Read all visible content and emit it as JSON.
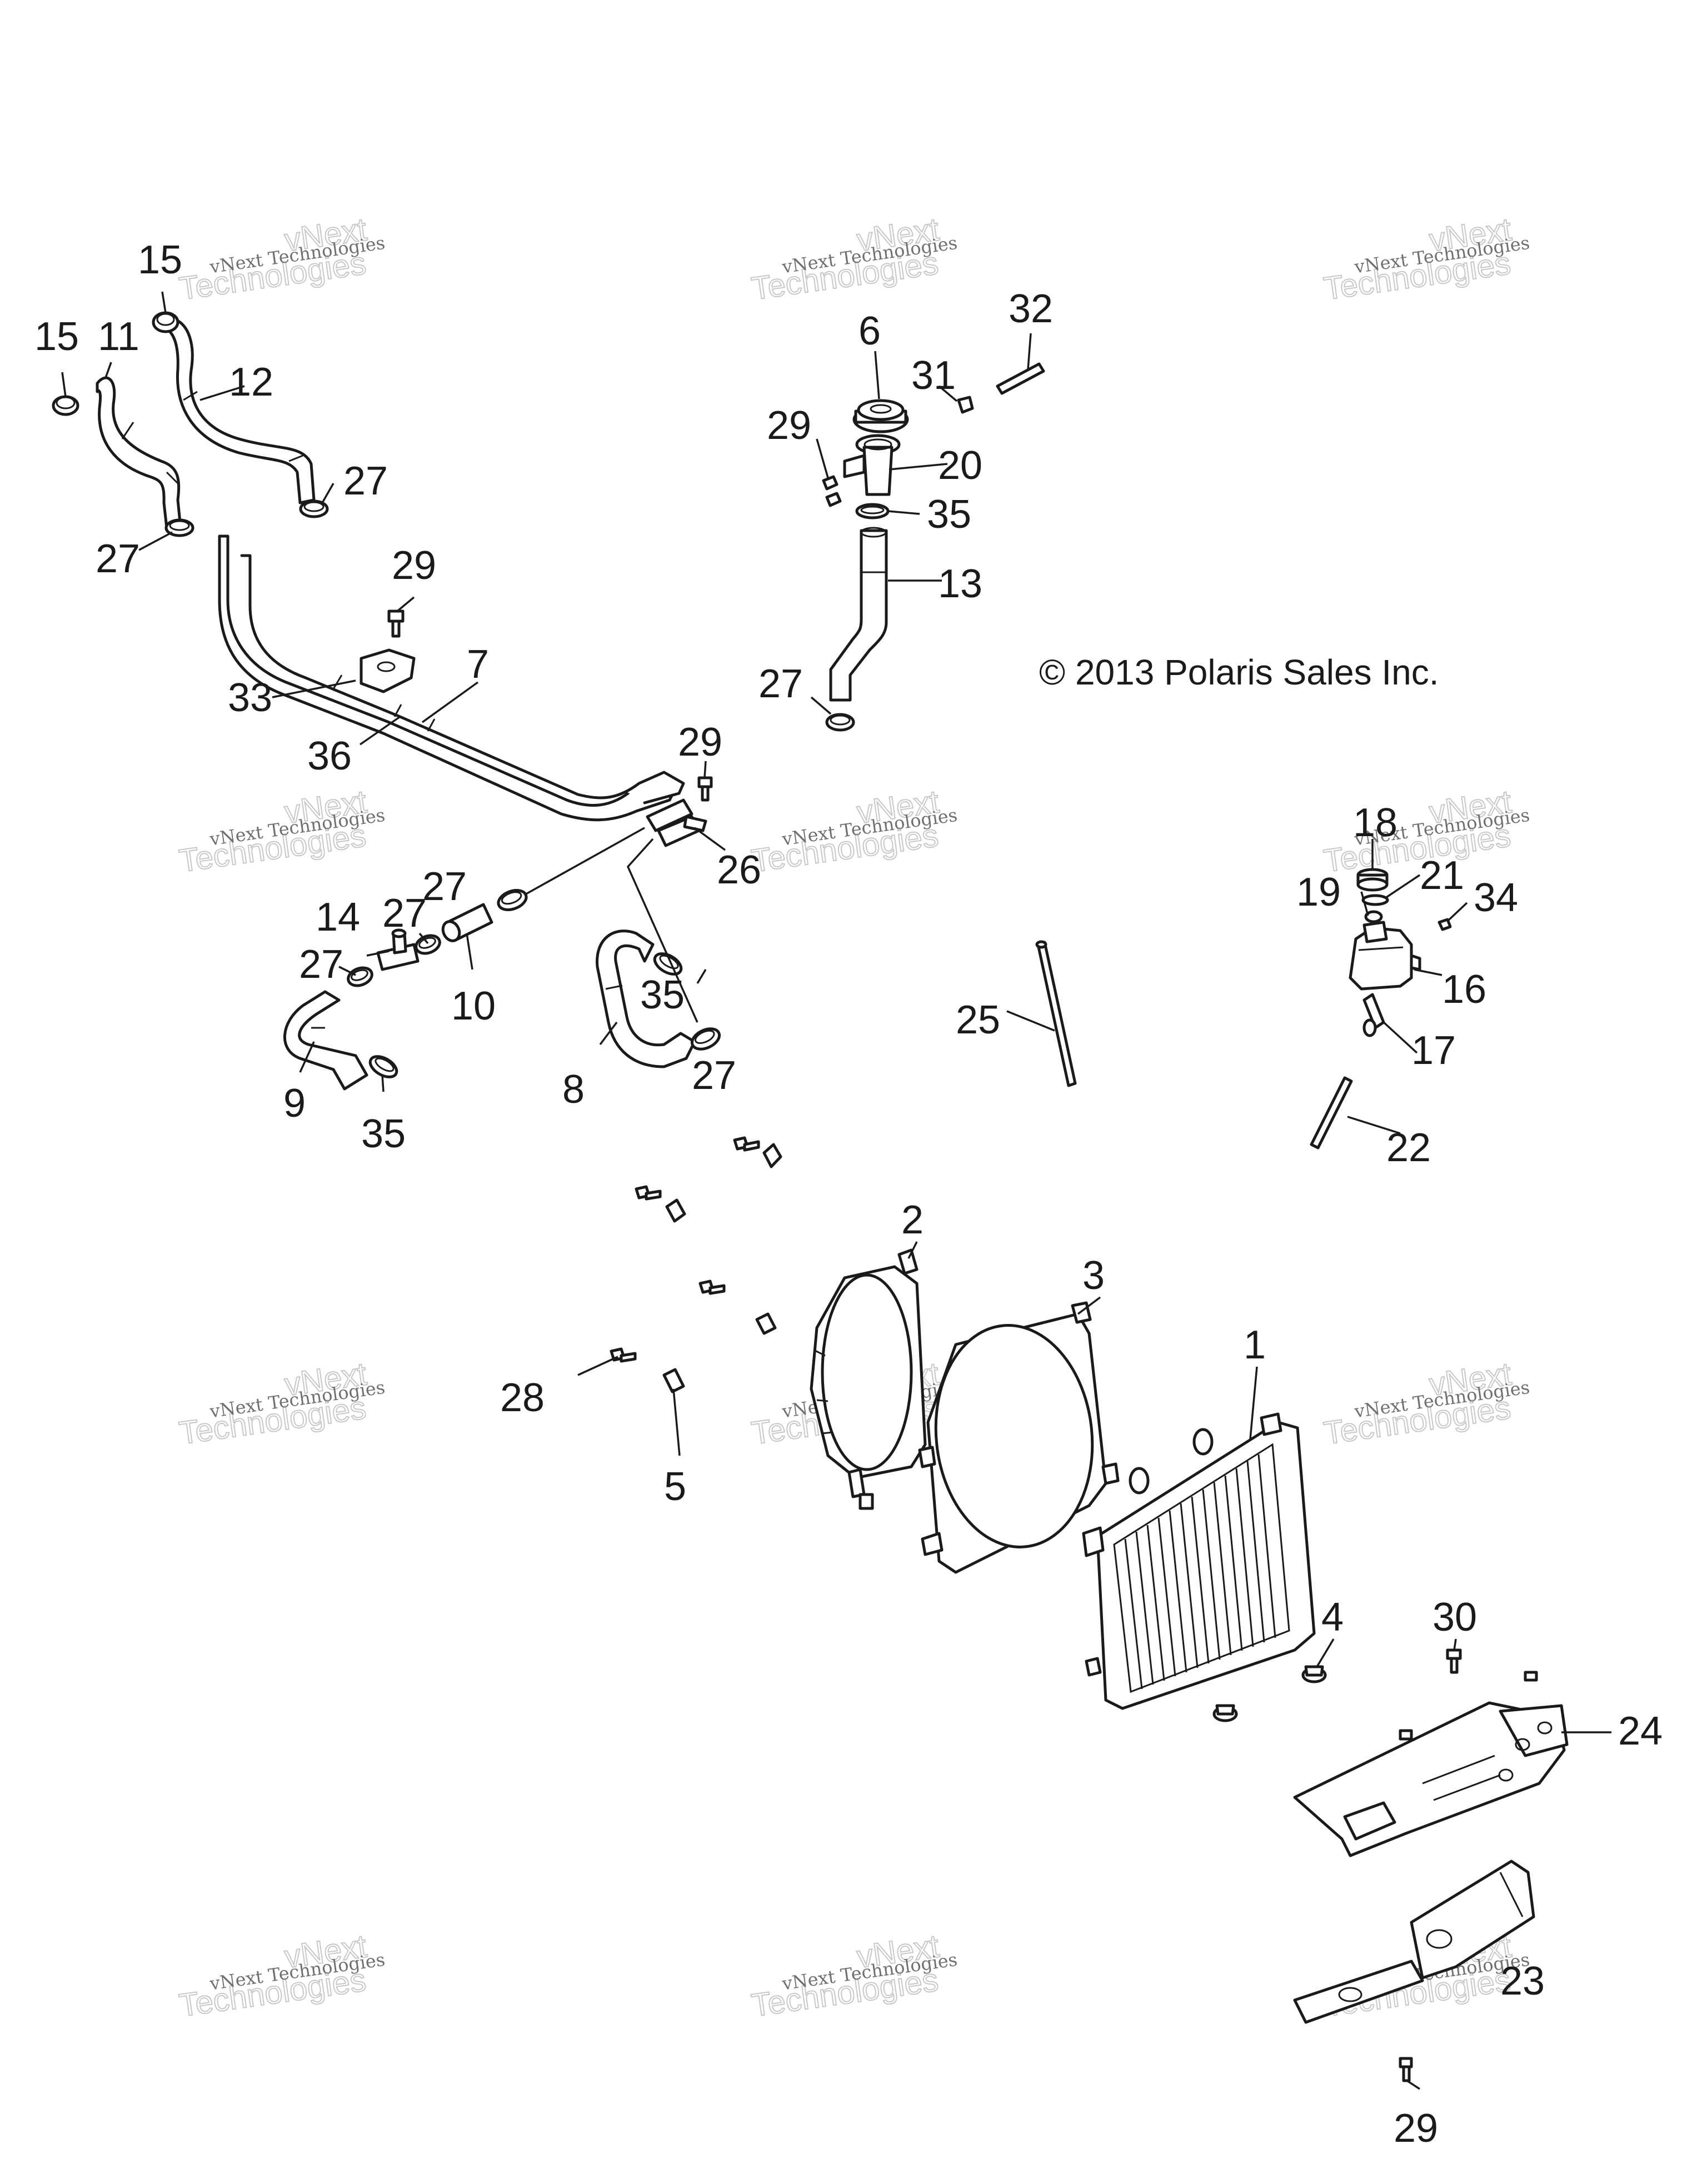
{
  "copyright": "© 2013 Polaris Sales Inc.",
  "watermark": {
    "line1": "vNext Technologies",
    "line2": "vNext",
    "line3": "Technologies"
  },
  "callouts": {
    "c1": "1",
    "c2": "2",
    "c3": "3",
    "c4": "4",
    "c5": "5",
    "c6": "6",
    "c7": "7",
    "c8": "8",
    "c9": "9",
    "c10": "10",
    "c11": "11",
    "c12": "12",
    "c13": "13",
    "c14": "14",
    "c15a": "15",
    "c15b": "15",
    "c16": "16",
    "c17": "17",
    "c18": "18",
    "c19": "19",
    "c20": "20",
    "c21": "21",
    "c22": "22",
    "c23": "23",
    "c24": "24",
    "c25": "25",
    "c26": "26",
    "c27a": "27",
    "c27b": "27",
    "c27c": "27",
    "c27d": "27",
    "c27e": "27",
    "c27f": "27",
    "c27g": "27",
    "c28": "28",
    "c29a": "29",
    "c29b": "29",
    "c29c": "29",
    "c29d": "29",
    "c30": "30",
    "c31": "31",
    "c32": "32",
    "c33": "33",
    "c34": "34",
    "c35a": "35",
    "c35b": "35",
    "c35c": "35",
    "c36": "36"
  }
}
